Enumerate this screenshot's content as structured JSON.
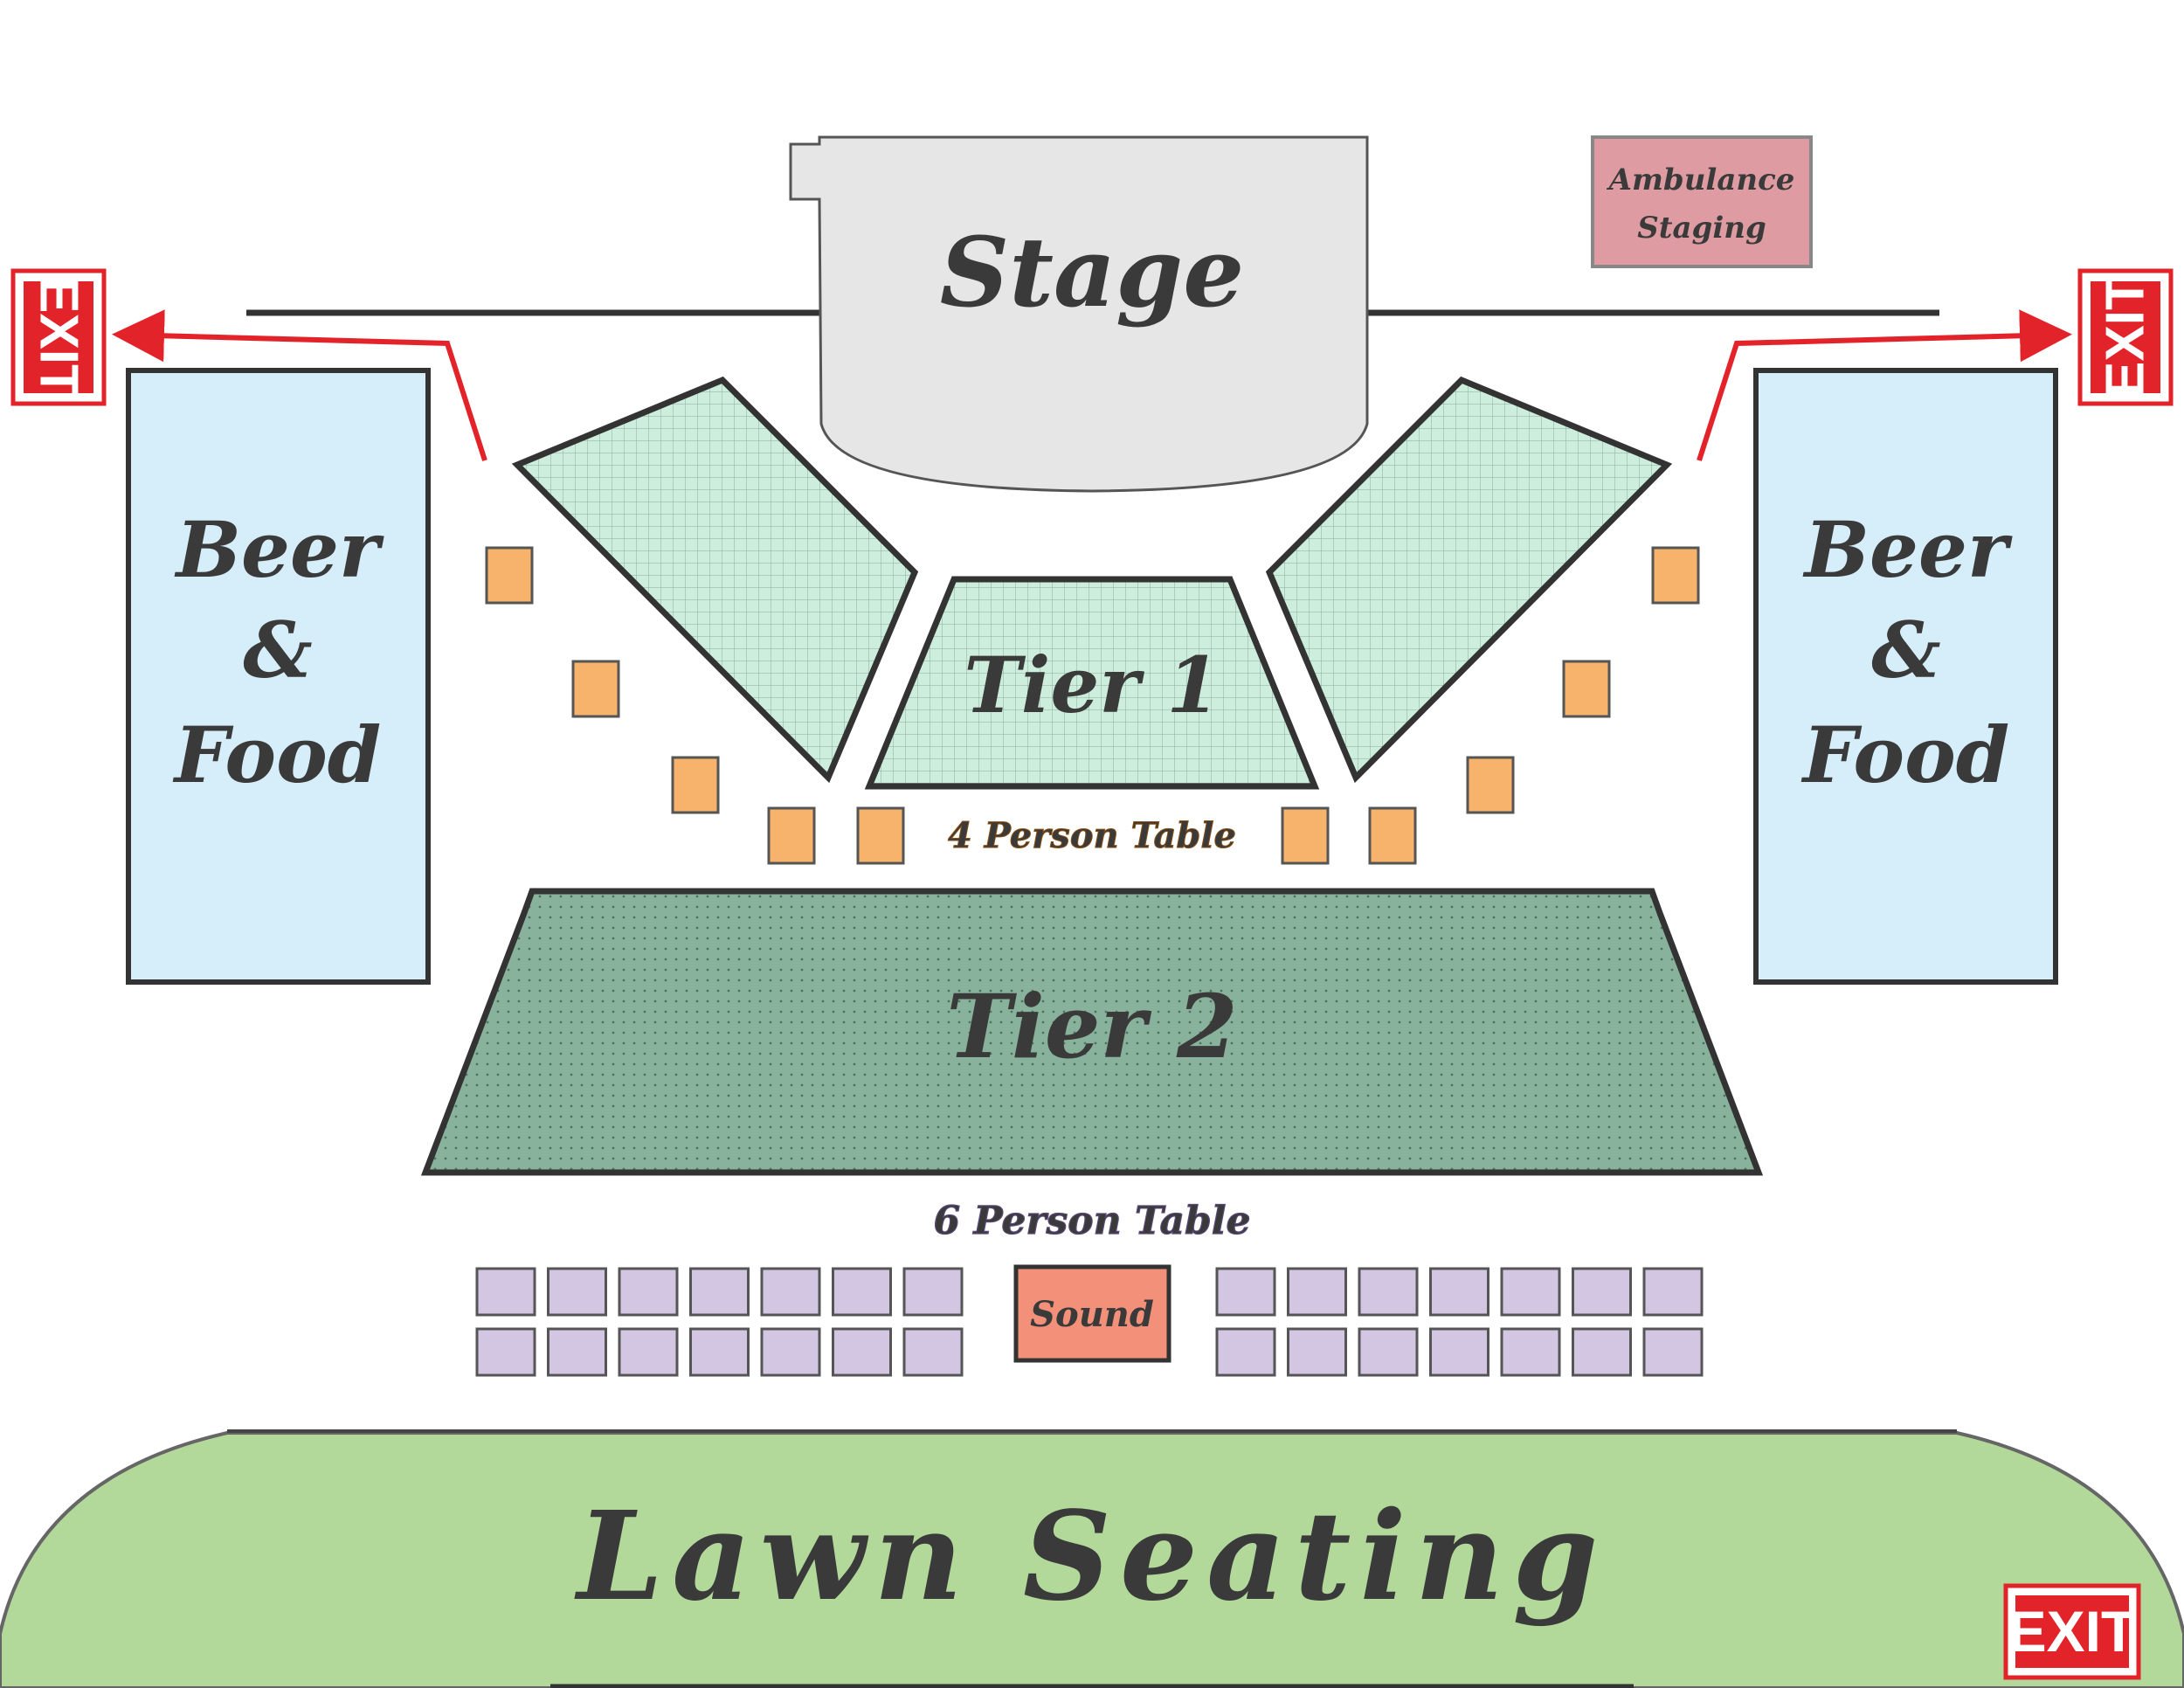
{
  "stage": {
    "label": "Stage"
  },
  "ambulance": {
    "line1": "Ambulance",
    "line2": "Staging"
  },
  "beer_food_left": {
    "line1": "Beer",
    "line2": "&",
    "line3": "Food"
  },
  "beer_food_right": {
    "line1": "Beer",
    "line2": "&",
    "line3": "Food"
  },
  "tier1": {
    "label": "Tier 1"
  },
  "tier2": {
    "label": "Tier 2"
  },
  "four_person_table": {
    "label": "4 Person Table",
    "color": "#f7b36b"
  },
  "six_person_table": {
    "label": "6 Person Table",
    "color": "#d3c6e3"
  },
  "sound": {
    "label": "Sound",
    "color": "#f29079"
  },
  "lawn": {
    "label": "Lawn Seating",
    "color": "#b2d99a"
  },
  "exits": {
    "left": "EXIT",
    "right": "EXIT",
    "bottom": "EXIT",
    "color": "#e3232a"
  },
  "colors": {
    "beer_food": "#d6eefa",
    "tier1": "#cdeedd",
    "tier2": "#88b29c",
    "stage": "#e6e6e6",
    "ambulance": "#de9ba1",
    "outline": "#333333"
  }
}
